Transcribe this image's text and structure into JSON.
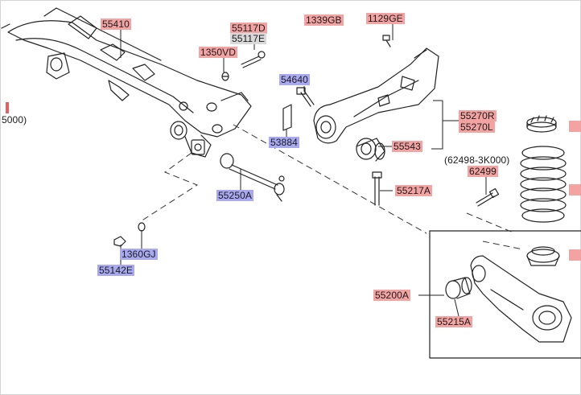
{
  "colors": {
    "red_label": "#f4a3a3",
    "blue_label": "#a9a9f2",
    "gray_label": "#d9d9d9",
    "line": "#222222"
  },
  "edge_fragments": {
    "left_code_tail": "5000)"
  },
  "labels": {
    "p55410": "55410",
    "p55117D": "55117D",
    "p55117E": "55117E",
    "p1350VD": "1350VD",
    "p1339GB": "1339GB",
    "p1129GE": "1129GE",
    "p54640": "54640",
    "p53884": "53884",
    "p55270R": "55270R",
    "p55270L": "55270L",
    "p55543": "55543",
    "p62498": "(62498-3K000)",
    "p62499": "62499",
    "p55217A": "55217A",
    "p55250A": "55250A",
    "p1360GJ": "1360GJ",
    "p55142E": "55142E",
    "p55200A": "55200A",
    "p55215A": "55215A"
  }
}
